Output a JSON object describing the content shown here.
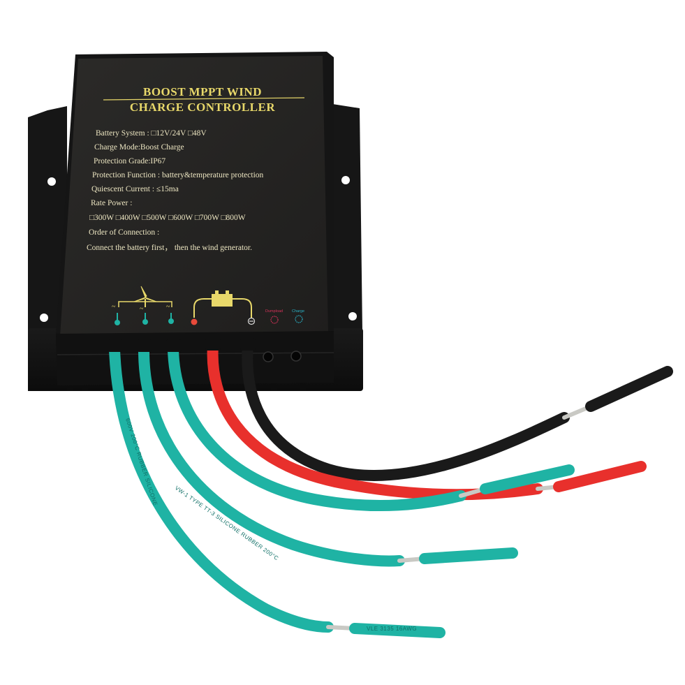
{
  "product": {
    "title_line1": "BOOST MPPT  WIND",
    "title_line2": "CHARGE CONTROLLER"
  },
  "specs": {
    "battery_system": "Battery System : □12V/24V   □48V",
    "charge_mode": "Charge Mode:Boost Charge",
    "protection_grade": "Protection Grade:IP67",
    "protection_function": "Protection Function : battery&temperature protection",
    "quiescent_current": "Quiescent Current : ≤15ma",
    "rate_power_label": "Rate Power :",
    "rate_power_options": "□300W  □400W  □500W  □600W  □700W  □800W",
    "order_label": "Order of Connection :",
    "order_text": "Connect the battery first， then the wind generator."
  },
  "indicators": {
    "dumpload_label": "Dumpload",
    "charge_label": "Charge",
    "dumpload_color": "#d8335a",
    "charge_color": "#2ab3c8"
  },
  "icons": {
    "wind_turbine": "wind-turbine-icon",
    "battery": "battery-icon",
    "positive": "plus-icon",
    "negative": "minus-icon"
  },
  "cable_print": {
    "wire_a": "VW-1 TYPE TT-3 SILICONE RUBBER 200°C",
    "wire_b": "600V 200°C RUBBER SILICONE",
    "wire_c": "VLE 3135 16AWG"
  },
  "colors": {
    "housing": "#1c1c1c",
    "panel": "#232221",
    "title_gold": "#e8d86a",
    "text_cream": "#ede6c2",
    "wire_teal": "#1fb3a4",
    "wire_red": "#e8302c",
    "wire_black": "#1a1a1a",
    "copper": "#c9c9c4"
  }
}
